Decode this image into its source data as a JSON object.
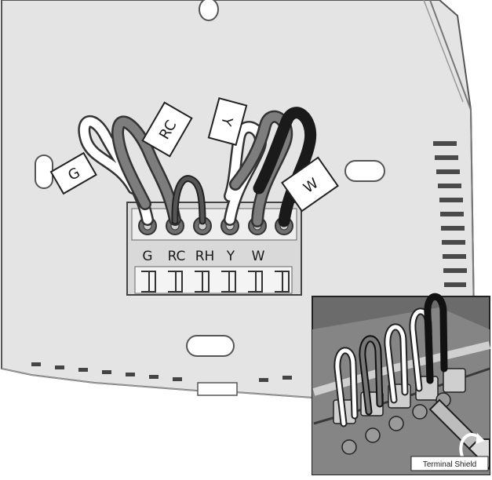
{
  "terminal_labels": [
    "G",
    "RC",
    "RH",
    "Y",
    "W"
  ],
  "wire_flags": [
    "G",
    "RC",
    "Y",
    "W"
  ],
  "inset": {
    "callout": "Terminal Shield"
  },
  "colors": {
    "plate": "#e4e4e4",
    "plate_stroke": "#555555",
    "terminal_block": "#d9d9d9",
    "wire_white": "#ffffff",
    "wire_gray": "#7d7d7d",
    "wire_dark_gray": "#555555",
    "wire_black": "#1a1a1a",
    "inset_background": "#6b6b6b"
  },
  "icons": [
    "screw-icon",
    "screwdriver-icon",
    "rotate-arrow-icon"
  ]
}
